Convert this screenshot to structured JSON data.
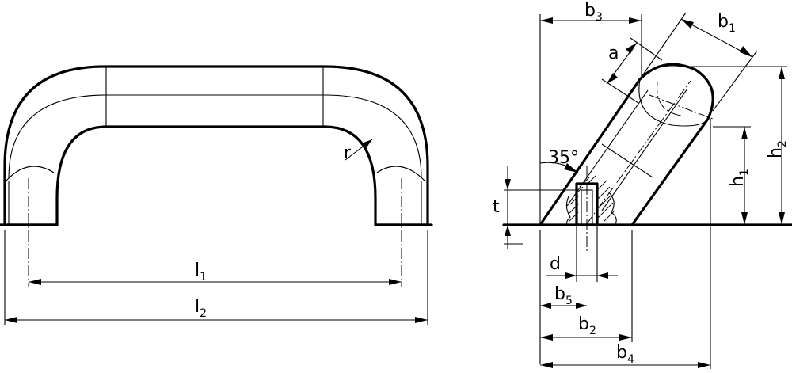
{
  "labels": {
    "l1": "l",
    "l1_sub": "1",
    "l2": "l",
    "l2_sub": "2",
    "r": "r",
    "b3": "b",
    "b3_sub": "3",
    "b1": "b",
    "b1_sub": "1",
    "a": "a",
    "h2": "h",
    "h2_sub": "2",
    "h1": "h",
    "h1_sub": "1",
    "angle": "35°",
    "t": "t",
    "d": "d",
    "b5": "b",
    "b5_sub": "5",
    "b2": "b",
    "b2_sub": "2",
    "b4": "b",
    "b4_sub": "4"
  }
}
